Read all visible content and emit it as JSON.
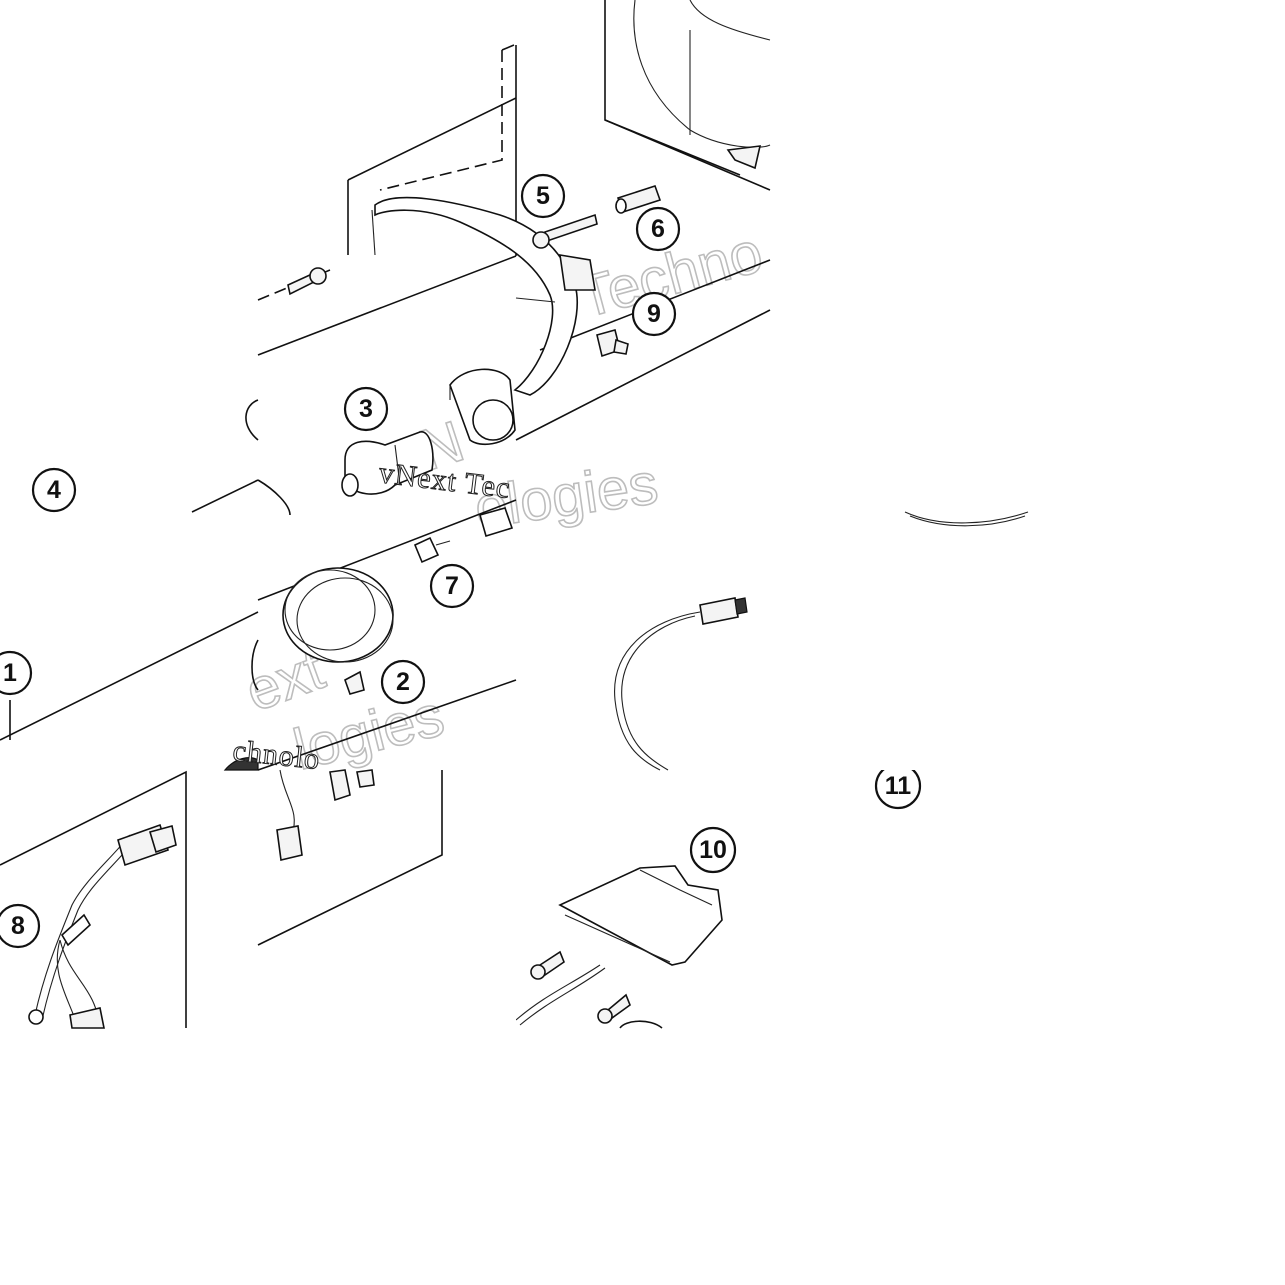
{
  "diagram": {
    "callouts": [
      {
        "id": "1",
        "label": "1"
      },
      {
        "id": "2",
        "label": "2"
      },
      {
        "id": "3",
        "label": "3"
      },
      {
        "id": "4",
        "label": "4"
      },
      {
        "id": "5",
        "label": "5"
      },
      {
        "id": "6",
        "label": "6"
      },
      {
        "id": "7",
        "label": "7"
      },
      {
        "id": "8",
        "label": "8"
      },
      {
        "id": "9",
        "label": "9"
      },
      {
        "id": "10",
        "label": "10"
      },
      {
        "id": "11",
        "label": "11"
      }
    ],
    "watermarks": [
      {
        "id": "wm1",
        "text": "Techno"
      },
      {
        "id": "wm2",
        "text": "vNext Tec"
      },
      {
        "id": "wm3",
        "text": "ologies"
      },
      {
        "id": "wm4",
        "text": "ext"
      },
      {
        "id": "wm5",
        "text": "logies"
      },
      {
        "id": "wm6",
        "text": "chnolo"
      },
      {
        "id": "wm7",
        "text": "vN"
      }
    ]
  }
}
